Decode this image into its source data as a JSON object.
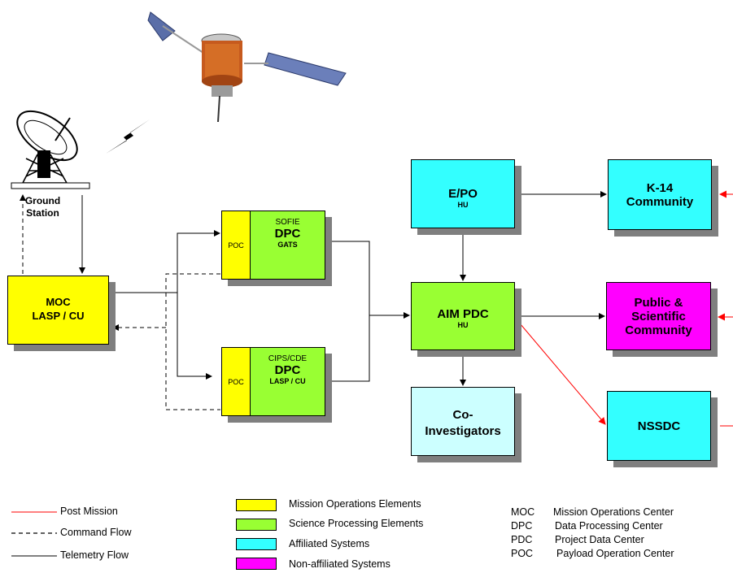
{
  "ground_station": {
    "label_line1": "Ground",
    "label_line2": "Station"
  },
  "moc": {
    "line1": "MOC",
    "line2": "LASP / CU",
    "color": "#ffff00"
  },
  "sofie": {
    "poc": "POC",
    "top": "SOFIE",
    "main": "DPC",
    "sub": "GATS"
  },
  "cips": {
    "poc": "POC",
    "top": "CIPS/CDE",
    "main": "DPC",
    "sub": "LASP / CU"
  },
  "epo": {
    "line1": "E/PO",
    "line2": "HU",
    "color": "#33ffff"
  },
  "aim": {
    "line1": "AIM PDC",
    "line2": "HU",
    "color": "#99ff33"
  },
  "coi": {
    "line1": "Co-",
    "line2": "Investigators",
    "color": "#ccffff"
  },
  "k14": {
    "line1": "K-14",
    "line2": "Community",
    "color": "#33ffff"
  },
  "public": {
    "line1": "Public &",
    "line2": "Scientific",
    "line3": "Community",
    "color": "#ff00ff"
  },
  "nssdc": {
    "line1": "NSSDC",
    "color": "#33ffff"
  },
  "colors": {
    "post_mission": "#ff0000",
    "mission_ops": "#ffff00",
    "science_proc": "#99ff33",
    "affiliated": "#33ffff",
    "non_affiliated": "#ff00ff"
  },
  "line_legend": {
    "post_mission": "Post Mission",
    "command": "Command Flow",
    "telemetry": "Telemetry Flow"
  },
  "color_legend": {
    "mission_ops": "Mission Operations Elements",
    "science_proc": "Science Processing Elements",
    "affiliated": "Affiliated Systems",
    "non_affiliated": "Non-affiliated Systems"
  },
  "abbreviations": [
    {
      "abbr": "MOC",
      "meaning": "Mission Operations Center"
    },
    {
      "abbr": "DPC",
      "meaning": "Data Processing Center"
    },
    {
      "abbr": "PDC",
      "meaning": "Project Data Center"
    },
    {
      "abbr": "POC",
      "meaning": "Payload Operation Center"
    }
  ],
  "icons": {
    "satellite": "satellite-icon",
    "dish": "satellite-dish-icon",
    "signal": "lightning-signal-icon"
  }
}
